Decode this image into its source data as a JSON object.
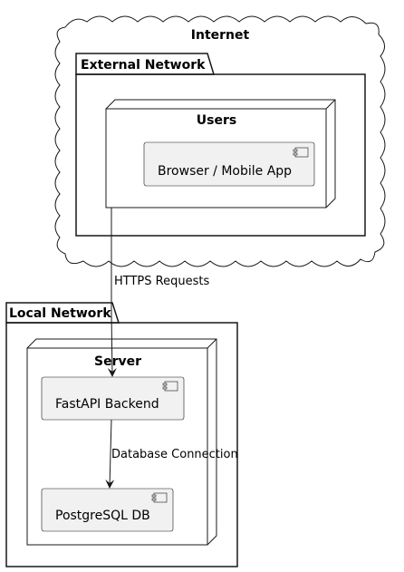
{
  "diagram": {
    "cloud": {
      "label": "Internet"
    },
    "external_network": {
      "label": "External Network"
    },
    "users_node": {
      "label": "Users"
    },
    "browser_component": {
      "label": "Browser / Mobile App"
    },
    "local_network": {
      "label": "Local Network"
    },
    "server_node": {
      "label": "Server"
    },
    "backend_component": {
      "label": "FastAPI Backend"
    },
    "db_component": {
      "label": "PostgreSQL DB"
    },
    "edges": {
      "https": {
        "label": "HTTPS Requests"
      },
      "db": {
        "label": "Database Connection"
      }
    },
    "colors": {
      "component_fill": "#f1f1f1",
      "component_stroke": "#181818",
      "line": "#181818",
      "background": "#ffffff"
    }
  }
}
